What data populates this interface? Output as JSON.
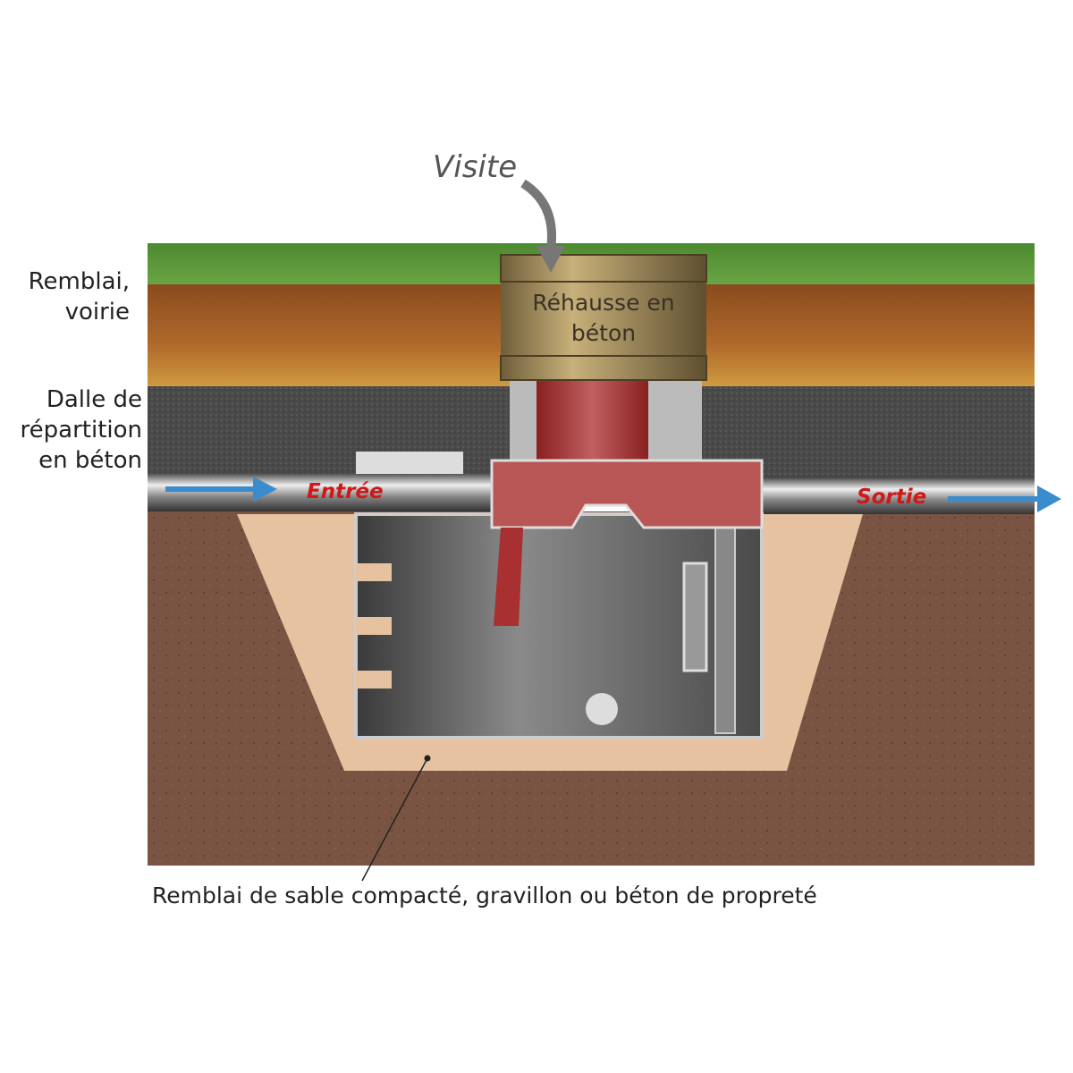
{
  "diagram": {
    "visit_label": "Visite",
    "left_labels": {
      "backfill_road": [
        "Remblai,",
        "voirie"
      ],
      "slab": [
        "Dalle de",
        "répartition",
        "en béton"
      ]
    },
    "riser_label": [
      "Réhausse en",
      "béton"
    ],
    "inlet_label": "Entrée",
    "outlet_label": "Sortie",
    "caption": "Remblai de sable compacté, gravillon ou béton de propreté"
  },
  "colors": {
    "grass": "#5c9a3a",
    "soil": "#a0632a",
    "slab": "#4a4a4a",
    "ground": "#7a5442",
    "sand": "#e6c2a0",
    "tank": "#6a6a6a",
    "red_part": "#b04848",
    "riser": "#a8925e",
    "arrow": "#3a8ccc",
    "flow_text": "#d01818"
  }
}
